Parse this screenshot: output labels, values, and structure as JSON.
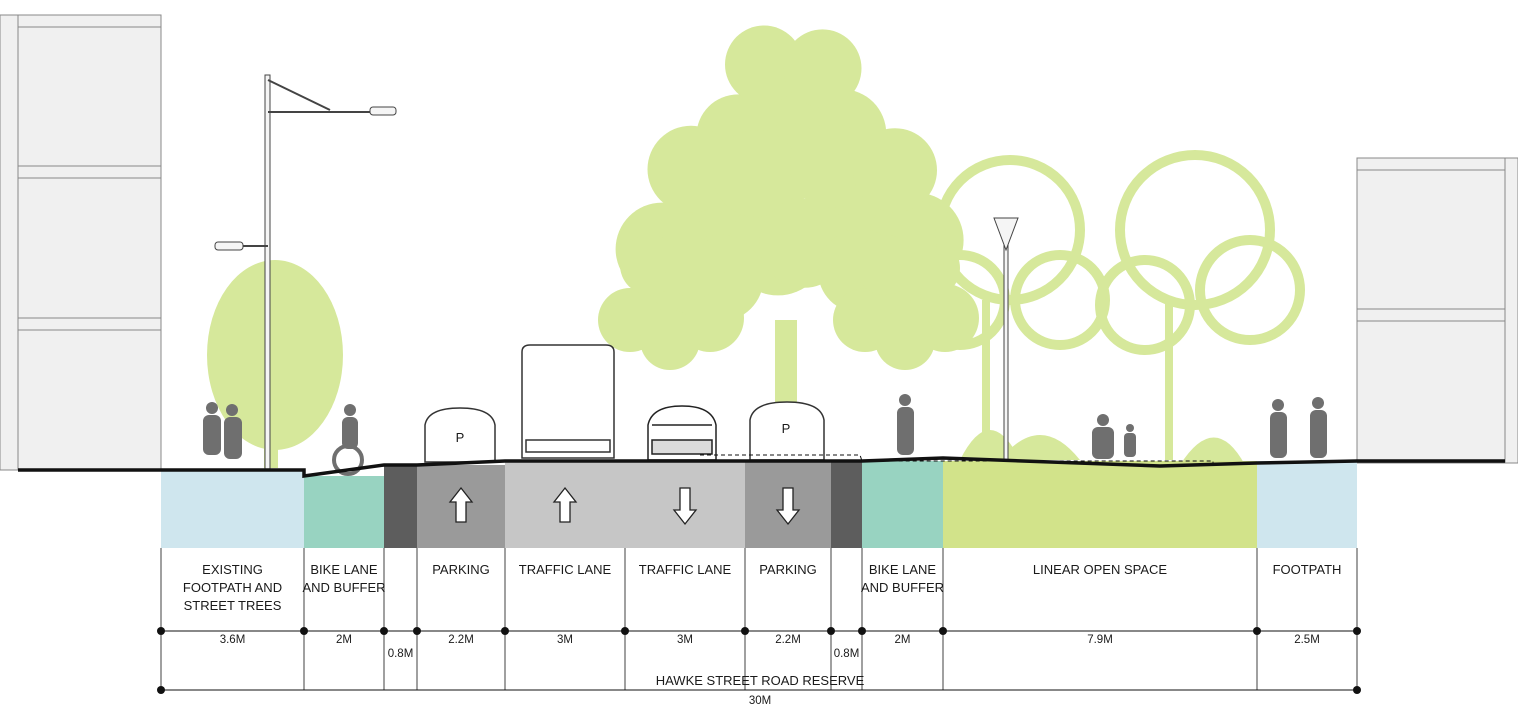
{
  "colors": {
    "footpath": "#cfe6ee",
    "bike": "#98d3c1",
    "buffer": "#5d5d5d",
    "parking": "#9a9a9a",
    "traffic": "#c6c6c6",
    "open_space": "#d2e38a",
    "tree": "#d6e89b",
    "building": "#f0f0f0",
    "person": "#6f6f6f",
    "ground": "#111111"
  },
  "zones": [
    {
      "id": "existing-footpath",
      "label_lines": [
        "EXISTING",
        "FOOTPATH AND",
        "STREET TREES"
      ],
      "width": "3.6M",
      "fill": "footpath",
      "arrow": ""
    },
    {
      "id": "bike-lane-left",
      "label_lines": [
        "BIKE LANE",
        "AND BUFFER"
      ],
      "width": "2M",
      "fill": "bike",
      "arrow": ""
    },
    {
      "id": "buffer-left",
      "label_lines": [],
      "width": "0.8M",
      "fill": "buffer",
      "arrow": ""
    },
    {
      "id": "parking-left",
      "label_lines": [
        "PARKING"
      ],
      "width": "2.2M",
      "fill": "parking",
      "arrow": "up"
    },
    {
      "id": "traffic-lane-left",
      "label_lines": [
        "TRAFFIC LANE"
      ],
      "width": "3M",
      "fill": "traffic",
      "arrow": "up"
    },
    {
      "id": "traffic-lane-right",
      "label_lines": [
        "TRAFFIC LANE"
      ],
      "width": "3M",
      "fill": "traffic",
      "arrow": "down"
    },
    {
      "id": "parking-right",
      "label_lines": [
        "PARKING"
      ],
      "width": "2.2M",
      "fill": "parking",
      "arrow": "down"
    },
    {
      "id": "buffer-right",
      "label_lines": [],
      "width": "0.8M",
      "fill": "buffer",
      "arrow": ""
    },
    {
      "id": "bike-lane-right",
      "label_lines": [
        "BIKE LANE",
        "AND BUFFER"
      ],
      "width": "2M",
      "fill": "bike",
      "arrow": ""
    },
    {
      "id": "linear-open-space",
      "label_lines": [
        "LINEAR OPEN SPACE"
      ],
      "width": "7.9M",
      "fill": "open_space",
      "arrow": ""
    },
    {
      "id": "footpath-right",
      "label_lines": [
        "FOOTPATH"
      ],
      "width": "2.5M",
      "fill": "footpath",
      "arrow": ""
    }
  ],
  "parking_sign": "P",
  "total": {
    "label": "HAWKE STREET ROAD RESERVE",
    "width": "30M"
  },
  "icons": [
    "light-pole-icon",
    "bus-icon",
    "car-icon",
    "parked-car-icon",
    "person-icon",
    "cyclist-icon",
    "tree-icon",
    "building-icon",
    "arrow-up-icon",
    "arrow-down-icon"
  ]
}
